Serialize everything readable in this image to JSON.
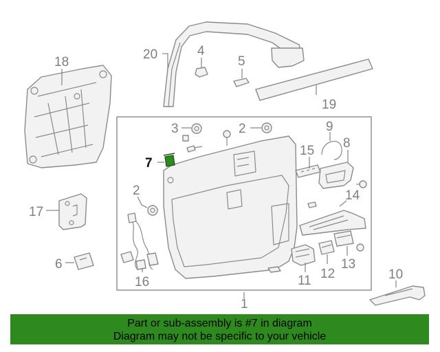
{
  "callouts": {
    "c1": "1",
    "c2a": "2",
    "c2b": "2",
    "c3": "3",
    "c4": "4",
    "c5": "5",
    "c6": "6",
    "c7": "7",
    "c8": "8",
    "c9": "9",
    "c10": "10",
    "c11": "11",
    "c12": "12",
    "c13": "13",
    "c14": "14",
    "c15": "15",
    "c16": "16",
    "c17": "17",
    "c18": "18",
    "c19": "19",
    "c20": "20"
  },
  "highlight": {
    "part": "7",
    "color": "#2e8a1f"
  },
  "colors": {
    "line": "#8a8a8a",
    "banner": "#2e8a1f"
  },
  "banner": {
    "line1": "Part or sub-assembly is #7 in diagram",
    "line2": "Diagram may not be specific to your vehicle"
  }
}
